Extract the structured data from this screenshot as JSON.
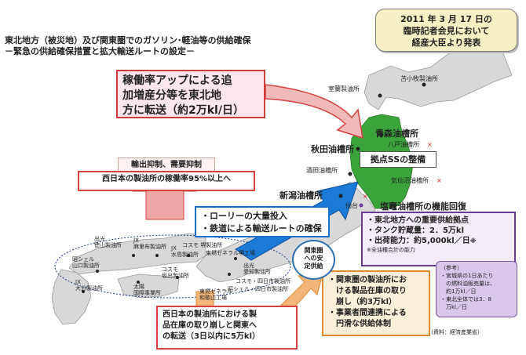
{
  "title": {
    "line1": "東北地方（被災地）及び関東圏でのガソリン･軽油等の供給確保",
    "line2": "－緊急の供給確保措置と拡大輸送ルートの設定－"
  },
  "notice": {
    "line1": "2011 年 3 月 17 日の",
    "line2": "臨時記者会見において",
    "line3": "経産大臣より発表"
  },
  "box_top": {
    "line1": "稼働率アップによる追",
    "line2": "加増産分等を東北地",
    "line3": "方に転送（約2万kl/日）"
  },
  "box_export": "輸出抑制、需要抑制",
  "box_west": "西日本の製油所の稼働率95%以上へ",
  "box_route": {
    "line1": "・ローリーの大量投入",
    "line2": "・鉄道による輸送ルートの確保"
  },
  "box_ss": "拠点SSの整備",
  "shiogama_title": "塩竈油槽所の機能回復",
  "box_shiogama": {
    "line1": "・東北地方への重要供給拠点",
    "line2": "・タンク貯蔵量：2．5万kl",
    "line3": "・出荷能力：約5,000kl／日",
    "star": "※",
    "note": "※全油種合計の能力"
  },
  "sankou": {
    "title": "（参考）",
    "line1": "・宮城県の1日あたり",
    "line2": "　の燃料油販売量は、",
    "line3": "　約1万kl／日",
    "line4": "・東北全体では3．8",
    "line5": "　万kl／日"
  },
  "box_kanto": {
    "line1": "・関東圏の製油所にお",
    "line2": "　ける製品在庫の取り",
    "line3": "　崩し（約3万kl）",
    "line4": "・事業者間連携による",
    "line5": "　円滑な供給体制"
  },
  "box_west2": {
    "line1": "西日本の製油所における製",
    "line2": "品在庫の取り崩しと関東へ",
    "line3": "の転送（3日以内に5万kl）"
  },
  "kanto_circle": {
    "line1": "関東圏",
    "line2": "への安",
    "line3": "定供給"
  },
  "source": "（資料：経済産業省）",
  "labels": {
    "muroran": "室蘭製油所",
    "tomakomai": "苫小牧製油所",
    "aomori": "青森油槽所",
    "hachinohe": "八戸油槽所",
    "hachinohe_mark": "×",
    "akita": "秋田油槽所",
    "sakata": "酒田油槽所",
    "kesennuma": "気仙沼油槽所",
    "kesennuma_mark": "×",
    "niigata": "新潟油槽所",
    "sendai": "仙台",
    "sendai_mark": "×",
    "shiogama_mark": "塩竈",
    "idemitsu_tokuyama": "出光\n徳山製油所",
    "jx_mizushima_top": "JX\n麻里布製油所",
    "cosmo_sakai": "コスモ 堺製油所",
    "tonen_sakai": "東燃ゼネラル堺工場",
    "jx_mizushima": "JX\n水島製油所",
    "showa_yamaguchi": "昭シェル\n山口製油所",
    "jx_oita": "JX\n大分製油所",
    "cosmo_sakaide": "コスモ\n坂出製油所",
    "taiyo": "太陽\n国際事業所",
    "kashima": "出光\n愛知製油所",
    "cosmo_yokkaichi": "コスモ・四日市製油所",
    "showa_yokkaichi": "昭シェル・四日市製油所",
    "tonen_wakayama": "東燃ゼネラル\n和歌山工場"
  },
  "colors": {
    "map_fill": "#d8d8d8",
    "tohoku_fill": "#3aa33a",
    "blue_arrow": "#1a7ad6",
    "red_arrow": "#e8a0a0",
    "orange_arrow": "#f4b57a"
  }
}
